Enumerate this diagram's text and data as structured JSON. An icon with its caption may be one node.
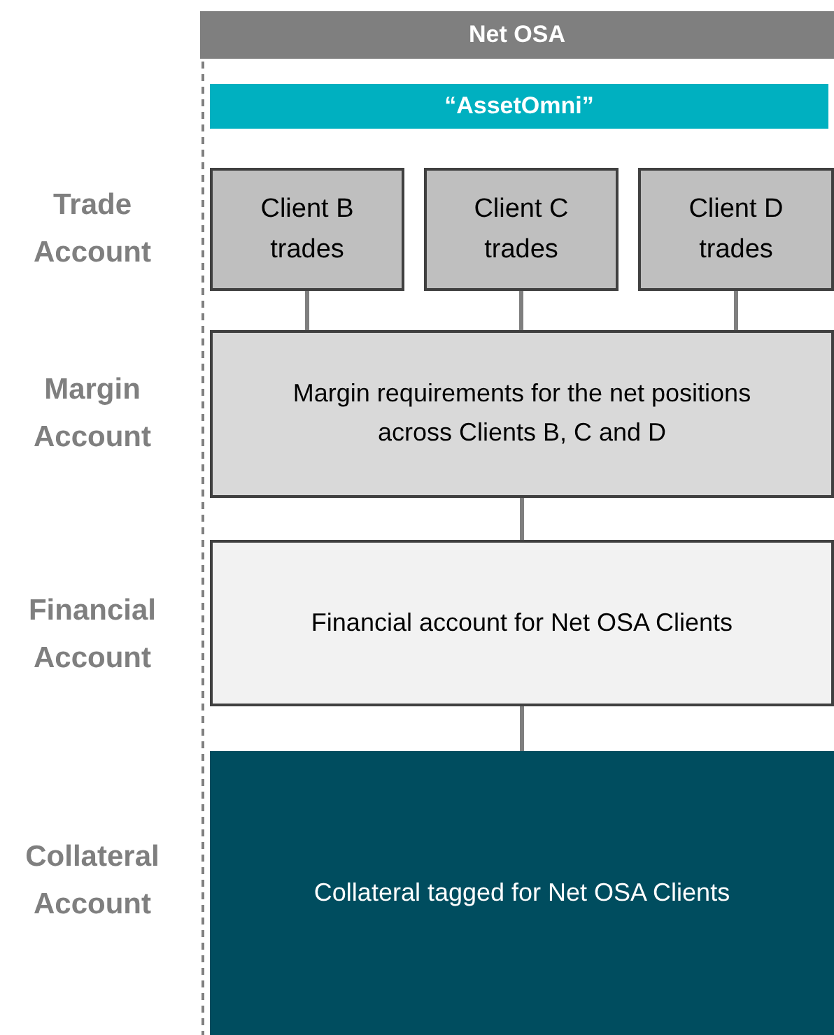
{
  "diagram": {
    "nodes": [
      {
        "text": [
          "Net OSA"
        ]
      },
      {
        "text": [
          "“AssetOmni”"
        ]
      },
      {
        "text": [
          "Client B trades"
        ]
      },
      {
        "text": [
          "Client C trades"
        ]
      },
      {
        "text": [
          "Client D trades"
        ]
      },
      {
        "text": [
          "Margin requirements for the net positions across Clients B, C and D"
        ]
      },
      {
        "text": [
          "Financial account for Net OSA Clients"
        ]
      },
      {
        "text": [
          "Collateral tagged for Net OSA Clients"
        ]
      }
    ],
    "edges": [
      {
        "from": 2,
        "to": 5,
        "arrow": "none"
      },
      {
        "from": 3,
        "to": 5,
        "arrow": "none"
      },
      {
        "from": 4,
        "to": 5,
        "arrow": "none"
      },
      {
        "from": 5,
        "to": 6,
        "arrow": "none"
      },
      {
        "from": 6,
        "to": 7,
        "arrow": "none"
      }
    ],
    "labels": [
      "Trade Account",
      "Margin Account",
      "Financial Account",
      "Collateral Account"
    ]
  }
}
